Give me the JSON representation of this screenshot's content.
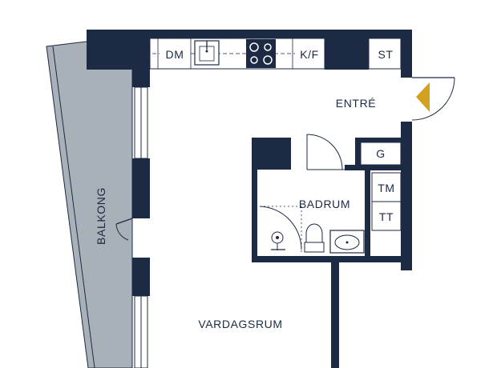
{
  "rooms": {
    "balkong": "BALKONG",
    "entre": "ENTRÉ",
    "badrum": "BADRUM",
    "vardagsrum": "VARDAGSRUM"
  },
  "fixtures": {
    "dishwasher": "DM",
    "fridge_freezer": "K/F",
    "storage": "ST",
    "wardrobe": "G",
    "dryer": "TM",
    "washer": "TT"
  },
  "colors": {
    "wall": "#1c2a44",
    "balcony": "#a9b1b8",
    "entrance_marker": "#d4a11e"
  }
}
